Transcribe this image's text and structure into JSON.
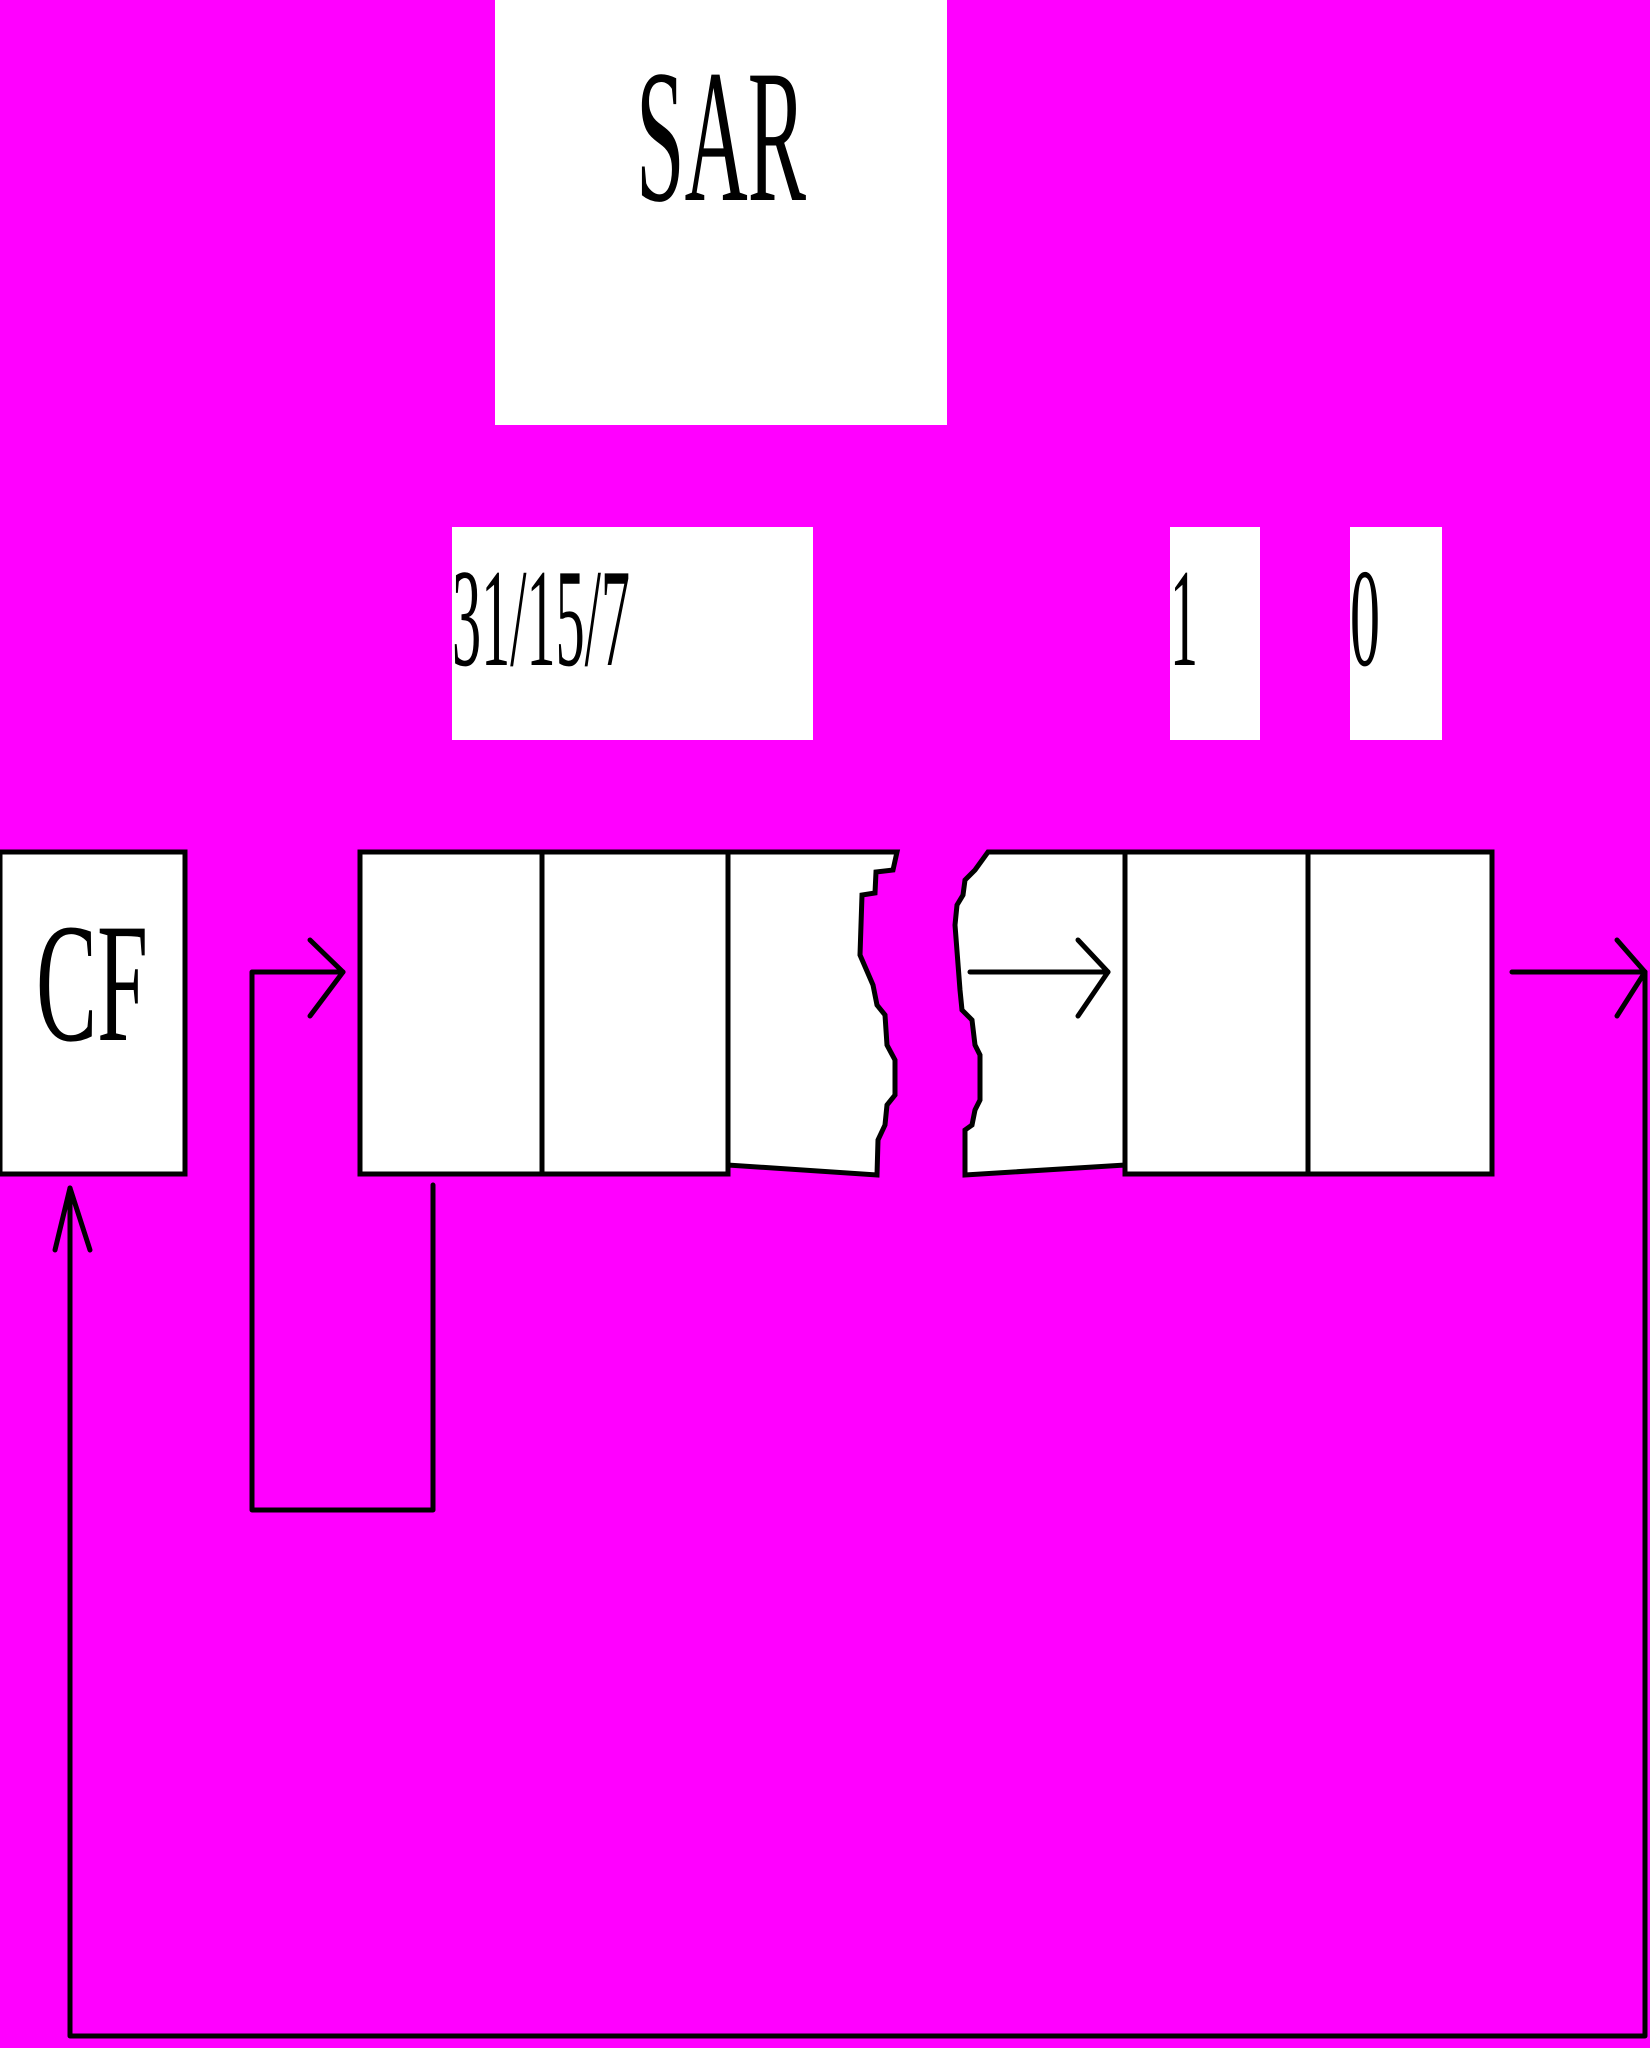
{
  "title": "SAR",
  "bit_labels": {
    "msb": "31/15/7",
    "bit1": "1",
    "bit0": "0"
  },
  "carry_flag_label": "CF",
  "colors": {
    "background": "#ff00ff",
    "box_fill": "#ffffff",
    "stroke": "#000000"
  }
}
